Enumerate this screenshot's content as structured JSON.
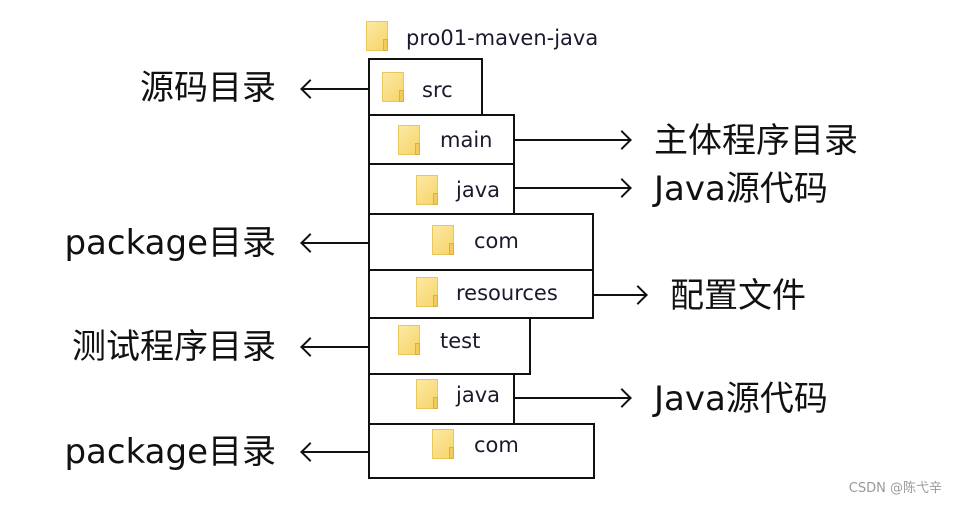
{
  "root": {
    "name": "pro01-maven-java",
    "icon": "folder-icon"
  },
  "folders": [
    {
      "name": "src",
      "icon": "folder-icon"
    },
    {
      "name": "main",
      "icon": "folder-icon"
    },
    {
      "name": "java",
      "icon": "folder-icon"
    },
    {
      "name": "com",
      "icon": "folder-icon"
    },
    {
      "name": "resources",
      "icon": "folder-icon"
    },
    {
      "name": "test",
      "icon": "folder-icon"
    },
    {
      "name": "java",
      "icon": "folder-icon"
    },
    {
      "name": "com",
      "icon": "folder-icon"
    }
  ],
  "annotations": {
    "left": [
      {
        "text": "源码目录",
        "target": "src"
      },
      {
        "text": "package目录",
        "target": "com"
      },
      {
        "text": "测试程序目录",
        "target": "test"
      },
      {
        "text": "package目录",
        "target": "com"
      }
    ],
    "right": [
      {
        "text": "主体程序目录",
        "target": "main"
      },
      {
        "text": "Java源代码",
        "target": "java"
      },
      {
        "text": "配置文件",
        "target": "resources"
      },
      {
        "text": "Java源代码",
        "target": "java"
      }
    ]
  },
  "watermark": "CSDN @陈弋辛"
}
